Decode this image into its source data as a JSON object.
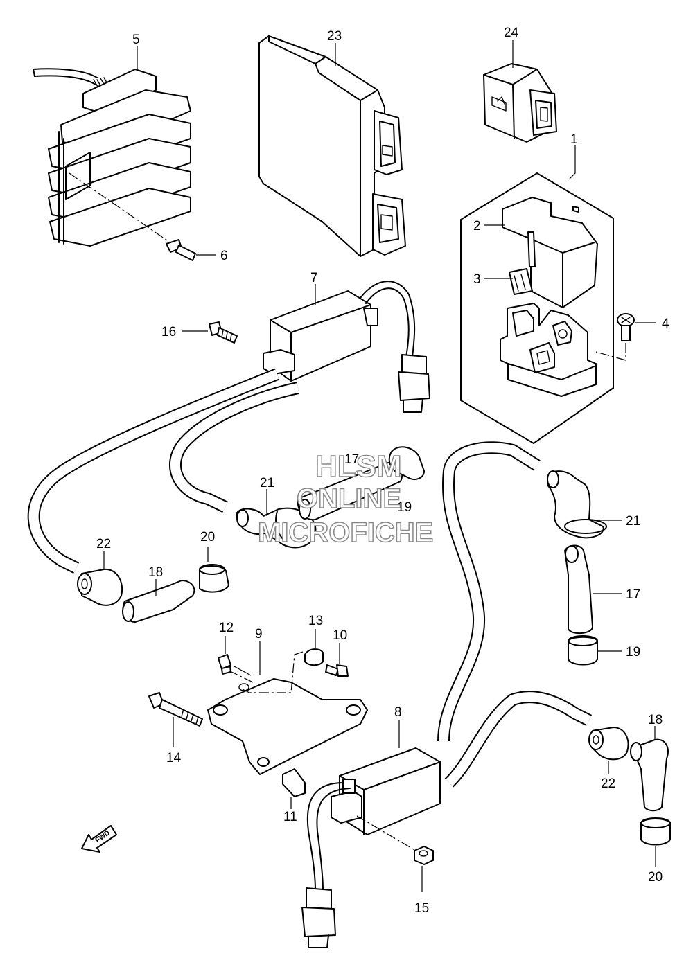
{
  "watermark": {
    "line1": "HLSM",
    "line2": "ONLINE",
    "line3": "MICROFICHE"
  },
  "direction_marker": "FWD",
  "callouts": [
    {
      "id": "c5",
      "text": "5"
    },
    {
      "id": "c6",
      "text": "6"
    },
    {
      "id": "c23",
      "text": "23"
    },
    {
      "id": "c24",
      "text": "24"
    },
    {
      "id": "c1",
      "text": "1"
    },
    {
      "id": "c2",
      "text": "2"
    },
    {
      "id": "c3",
      "text": "3"
    },
    {
      "id": "c4",
      "text": "4"
    },
    {
      "id": "c7",
      "text": "7"
    },
    {
      "id": "c16",
      "text": "16"
    },
    {
      "id": "c17a",
      "text": "17"
    },
    {
      "id": "c19a",
      "text": "19"
    },
    {
      "id": "c21a",
      "text": "21"
    },
    {
      "id": "c21b",
      "text": "21"
    },
    {
      "id": "c22a",
      "text": "22"
    },
    {
      "id": "c20a",
      "text": "20"
    },
    {
      "id": "c18a",
      "text": "18"
    },
    {
      "id": "c17b",
      "text": "17"
    },
    {
      "id": "c19b",
      "text": "19"
    },
    {
      "id": "c12",
      "text": "12"
    },
    {
      "id": "c9",
      "text": "9"
    },
    {
      "id": "c13",
      "text": "13"
    },
    {
      "id": "c10",
      "text": "10"
    },
    {
      "id": "c14",
      "text": "14"
    },
    {
      "id": "c8",
      "text": "8"
    },
    {
      "id": "c11",
      "text": "11"
    },
    {
      "id": "c18b",
      "text": "18"
    },
    {
      "id": "c22b",
      "text": "22"
    },
    {
      "id": "c20b",
      "text": "20"
    },
    {
      "id": "c15",
      "text": "15"
    }
  ]
}
